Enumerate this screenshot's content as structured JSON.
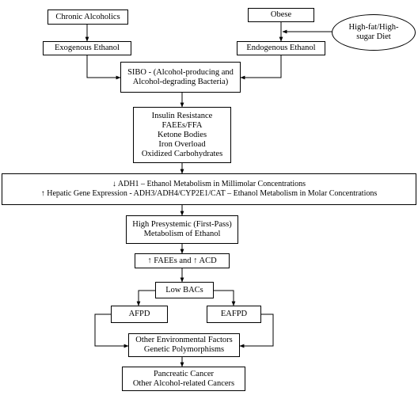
{
  "nodes": {
    "chronic_alcoholics": "Chronic Alcoholics",
    "obese": "Obese",
    "diet": [
      "High-fat/High-",
      "sugar Diet"
    ],
    "exogenous_ethanol": "Exogenous Ethanol",
    "endogenous_ethanol": "Endogenous Ethanol",
    "sibo": [
      "SIBO - (Alcohol-producing and",
      "Alcohol-degrading Bacteria)"
    ],
    "factors": [
      "Insulin Resistance",
      "FAEEs/FFA",
      "Ketone Bodies",
      "Iron Overload",
      "Oxidized Carbohydrates"
    ],
    "adh": [
      "↓ ADH1 – Ethanol Metabolism in Millimolar Concentrations",
      "↑ Hepatic Gene Expression - ADH3/ADH4/CYP2E1/CAT – Ethanol Metabolism in Molar Concentrations"
    ],
    "presystemic": [
      "High Presystemic (First-Pass)",
      "Metabolism of Ethanol"
    ],
    "faees_acd": "↑ FAEEs and ↑ ACD",
    "low_bacs": "Low BACs",
    "afpd": "AFPD",
    "eafpd": "EAFPD",
    "environment": [
      "Other Environmental Factors",
      "Genetic Polymorphisms"
    ],
    "cancer": [
      "Pancreatic Cancer",
      "Other Alcohol-related Cancers"
    ]
  }
}
